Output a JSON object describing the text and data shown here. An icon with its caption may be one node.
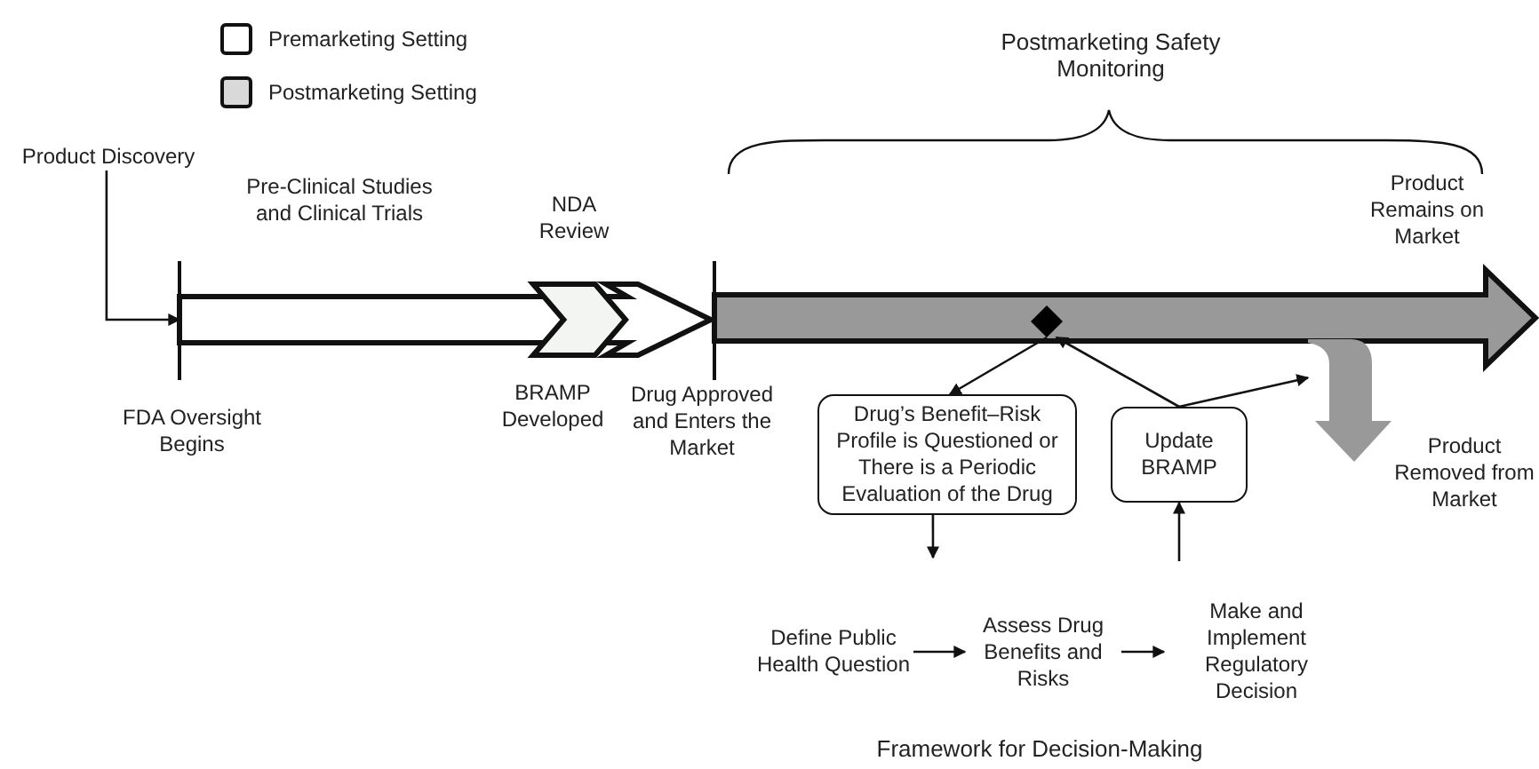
{
  "diagram": {
    "caption": "Framework for Decision-Making",
    "nodes": [
      {
        "text": [
          "Product Discovery"
        ]
      },
      {
        "text": [],
        "shape": "bar",
        "beside": [
          "Pre-Clinical Studies and Clinical Trials"
        ]
      },
      {
        "text": [],
        "shape": "chevron",
        "in": 1,
        "beside": [
          "NDA Review",
          "BRAMP Developed"
        ]
      },
      {
        "text": [],
        "shape": "arrow",
        "beside": [
          "Product Remains on Market"
        ]
      },
      {
        "text": [],
        "shape": "diamond",
        "in": 3
      },
      {
        "text": [
          "Drug’s Benefit–Risk Profile is Questioned or There is a Periodic Evaluation of the Drug"
        ]
      },
      {
        "text": [
          "Update BRAMP"
        ]
      },
      {
        "text": [],
        "shape": "arrow",
        "beside": [
          "Product Removed from Market"
        ]
      },
      {
        "text": [
          "Define Public Health Question"
        ]
      },
      {
        "text": [
          "Assess Drug Benefits and Risks"
        ]
      },
      {
        "text": [
          "Make and Implement Regulatory Decision"
        ]
      }
    ],
    "edges": [
      {
        "from": 0,
        "to": 1,
        "arrow": "to"
      },
      {
        "from": 4,
        "to": 5,
        "arrow": "to"
      },
      {
        "from": 6,
        "to": 4,
        "arrow": "to"
      },
      {
        "from": 6,
        "to": 7,
        "arrow": "to"
      },
      {
        "from": 5,
        "to": null,
        "arrow": "to"
      },
      {
        "from": null,
        "to": 6,
        "arrow": "to"
      },
      {
        "from": 8,
        "to": 9,
        "arrow": "to"
      },
      {
        "from": 9,
        "to": 10,
        "arrow": "to"
      }
    ],
    "labels": [
      "FDA Oversight Begins",
      "Drug Approved and Enters the Market",
      "Postmarketing Safety Monitoring"
    ],
    "legend": [
      {
        "text": "Premarketing Setting",
        "color": "#ffffff"
      },
      {
        "text": "Postmarketing Setting",
        "color": "#d9d9d9"
      }
    ]
  }
}
